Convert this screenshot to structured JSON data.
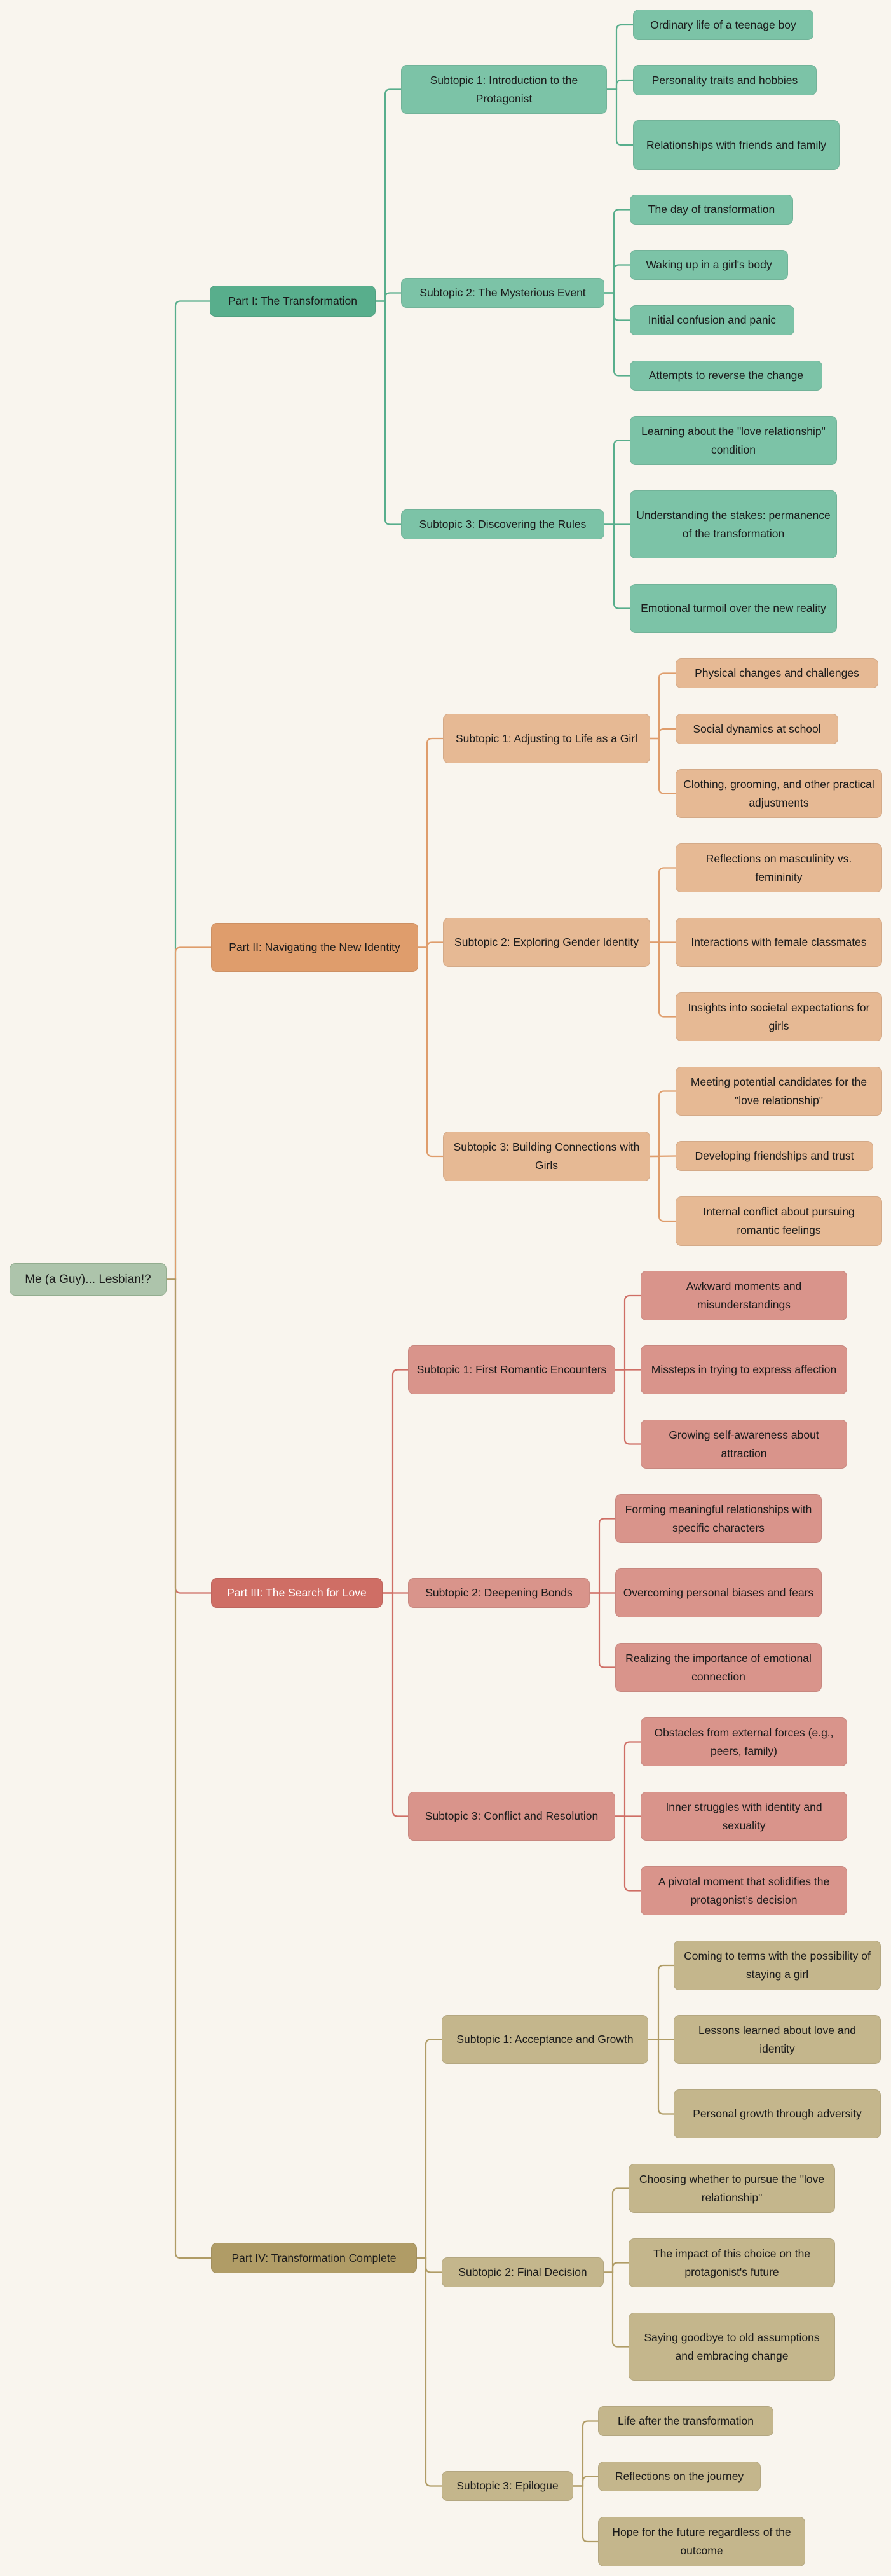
{
  "title": "Me (a Guy)... Lesbian!?",
  "colors": {
    "background": "#f9f5ee",
    "root": "#adc4ab",
    "part_1": "#58ae8c",
    "part_2": "#df9d6c",
    "part_3": "#cf6e65",
    "part_4": "#b09c66"
  },
  "parts": [
    {
      "label": "Part I: The Transformation",
      "subtopics": [
        {
          "label": "Subtopic 1: Introduction to the Protagonist",
          "items": [
            "Ordinary life of a teenage boy",
            "Personality traits and hobbies",
            "Relationships with friends and family"
          ]
        },
        {
          "label": "Subtopic 2: The Mysterious Event",
          "items": [
            "The day of transformation",
            "Waking up in a girl's body",
            "Initial confusion and panic",
            "Attempts to reverse the change"
          ]
        },
        {
          "label": "Subtopic 3: Discovering the Rules",
          "items": [
            "Learning about the \"love relationship\" condition",
            "Understanding the stakes: permanence of the transformation",
            "Emotional turmoil over the new reality"
          ]
        }
      ]
    },
    {
      "label": "Part II: Navigating the New Identity",
      "subtopics": [
        {
          "label": "Subtopic 1: Adjusting to Life as a Girl",
          "items": [
            "Physical changes and challenges",
            "Social dynamics at school",
            "Clothing, grooming, and other practical adjustments"
          ]
        },
        {
          "label": "Subtopic 2: Exploring Gender Identity",
          "items": [
            "Reflections on masculinity vs. femininity",
            "Interactions with female classmates",
            "Insights into societal expectations for girls"
          ]
        },
        {
          "label": "Subtopic 3: Building Connections with Girls",
          "items": [
            "Meeting potential candidates for the \"love relationship\"",
            "Developing friendships and trust",
            "Internal conflict about pursuing romantic feelings"
          ]
        }
      ]
    },
    {
      "label": "Part III: The Search for Love",
      "subtopics": [
        {
          "label": "Subtopic 1: First Romantic Encounters",
          "items": [
            "Awkward moments and misunderstandings",
            "Missteps in trying to express affection",
            "Growing self-awareness about attraction"
          ]
        },
        {
          "label": "Subtopic 2: Deepening Bonds",
          "items": [
            "Forming meaningful relationships with specific characters",
            "Overcoming personal biases and fears",
            "Realizing the importance of emotional connection"
          ]
        },
        {
          "label": "Subtopic 3: Conflict and Resolution",
          "items": [
            "Obstacles from external forces (e.g., peers, family)",
            "Inner struggles with identity and sexuality",
            "A pivotal moment that solidifies the protagonist’s decision"
          ]
        }
      ]
    },
    {
      "label": "Part IV: Transformation Complete",
      "subtopics": [
        {
          "label": "Subtopic 1: Acceptance and Growth",
          "items": [
            "Coming to terms with the possibility of staying a girl",
            "Lessons learned about love and identity",
            "Personal growth through adversity"
          ]
        },
        {
          "label": "Subtopic 2: Final Decision",
          "items": [
            "Choosing whether to pursue the \"love relationship\"",
            "The impact of this choice on the protagonist's future",
            "Saying goodbye to old assumptions and embracing change"
          ]
        },
        {
          "label": "Subtopic 3: Epilogue",
          "items": [
            "Life after the transformation",
            "Reflections on the journey",
            "Hope for the future regardless of the outcome"
          ]
        }
      ]
    }
  ]
}
